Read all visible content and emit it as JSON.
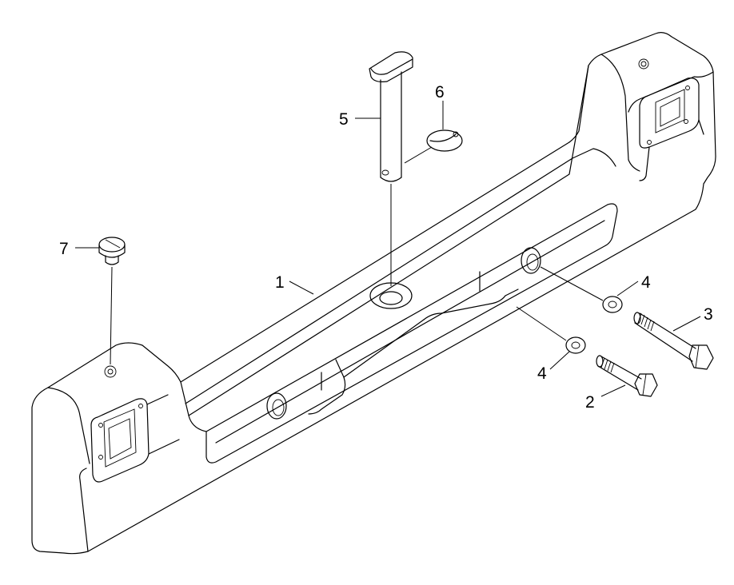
{
  "diagram": {
    "title": "",
    "callouts": [
      {
        "id": "callout-1",
        "text": "1"
      },
      {
        "id": "callout-2",
        "text": "2"
      },
      {
        "id": "callout-3",
        "text": "3"
      },
      {
        "id": "callout-4a",
        "text": "4"
      },
      {
        "id": "callout-4b",
        "text": "4"
      },
      {
        "id": "callout-5",
        "text": "5"
      },
      {
        "id": "callout-6",
        "text": "6"
      },
      {
        "id": "callout-7",
        "text": "7"
      }
    ]
  }
}
